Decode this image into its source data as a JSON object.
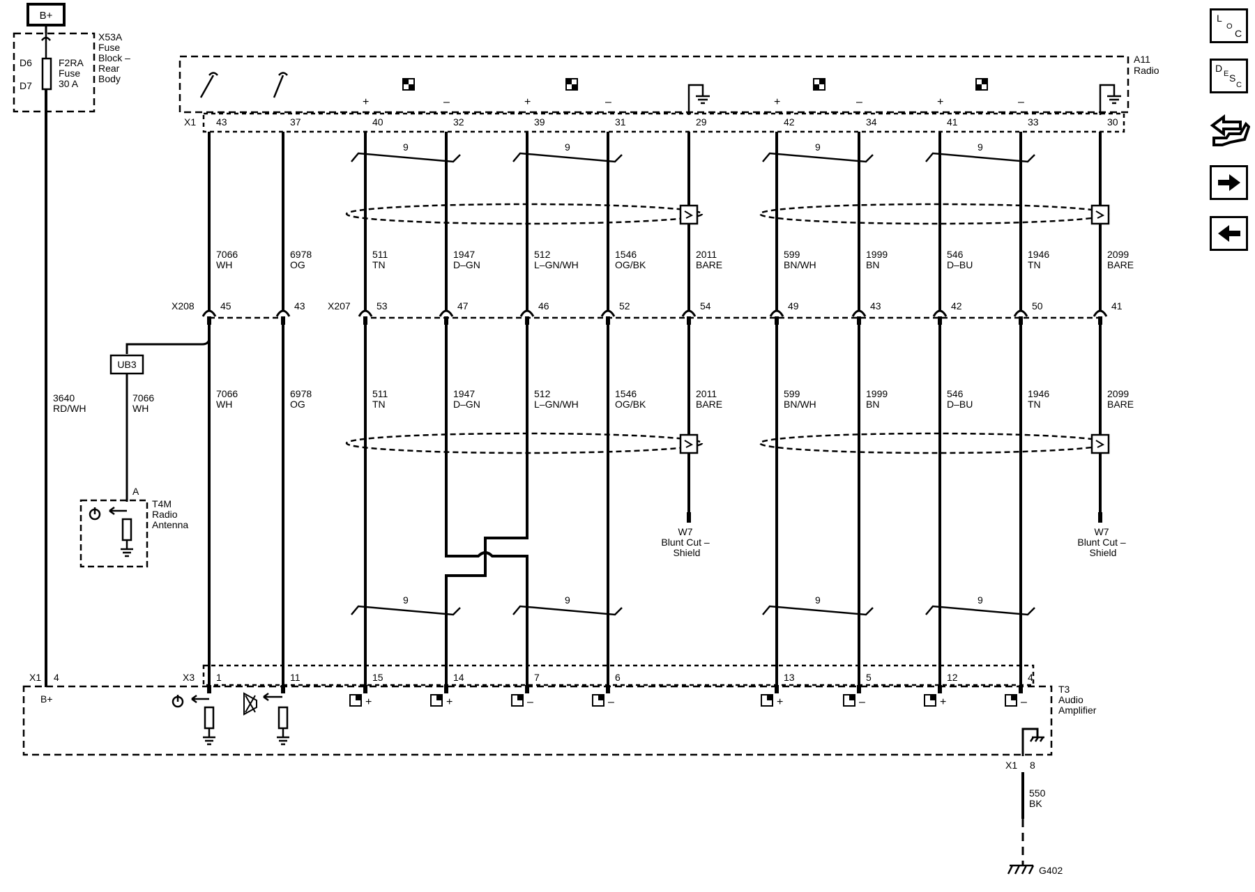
{
  "power": {
    "label": "B+"
  },
  "fuse_block": {
    "name_lines": [
      "X53A",
      "Fuse",
      "Block –",
      "Rear",
      "Body"
    ],
    "fuse_lines": [
      "F2RA",
      "Fuse",
      "30 A"
    ],
    "pin_in": "D6",
    "pin_out": "D7"
  },
  "radio": {
    "name_lines": [
      "A11",
      "Radio"
    ],
    "connector": "X1",
    "pins": [
      "43",
      "37",
      "40",
      "32",
      "39",
      "31",
      "29",
      "42",
      "34",
      "41",
      "33",
      "30"
    ],
    "polarity": [
      "",
      "",
      "+",
      "–",
      "+",
      "–",
      "",
      "+",
      "–",
      "+",
      "–",
      ""
    ]
  },
  "upper_wires": [
    {
      "circuit": "7066",
      "color": "WH"
    },
    {
      "circuit": "6978",
      "color": "OG"
    },
    {
      "circuit": "511",
      "color": "TN"
    },
    {
      "circuit": "1947",
      "color": "D–GN"
    },
    {
      "circuit": "512",
      "color": "L–GN/WH"
    },
    {
      "circuit": "1546",
      "color": "OG/BK"
    },
    {
      "circuit": "2011",
      "color": "BARE"
    },
    {
      "circuit": "599",
      "color": "BN/WH"
    },
    {
      "circuit": "1999",
      "color": "BN"
    },
    {
      "circuit": "546",
      "color": "D–BU"
    },
    {
      "circuit": "1946",
      "color": "TN"
    },
    {
      "circuit": "2099",
      "color": "BARE"
    }
  ],
  "lower_wires": [
    {
      "circuit": "7066",
      "color": "WH"
    },
    {
      "circuit": "6978",
      "color": "OG"
    },
    {
      "circuit": "511",
      "color": "TN"
    },
    {
      "circuit": "1947",
      "color": "D–GN"
    },
    {
      "circuit": "512",
      "color": "L–GN/WH"
    },
    {
      "circuit": "1546",
      "color": "OG/BK"
    },
    {
      "circuit": "2011",
      "color": "BARE"
    },
    {
      "circuit": "599",
      "color": "BN/WH"
    },
    {
      "circuit": "1999",
      "color": "BN"
    },
    {
      "circuit": "546",
      "color": "D–BU"
    },
    {
      "circuit": "1946",
      "color": "TN"
    },
    {
      "circuit": "2099",
      "color": "BARE"
    }
  ],
  "inline": {
    "x208": {
      "name": "X208",
      "pins": [
        "45",
        "43"
      ]
    },
    "x207": {
      "name": "X207",
      "pins": [
        "53",
        "47",
        "46",
        "52",
        "54",
        "49",
        "43",
        "42",
        "50",
        "41"
      ]
    }
  },
  "twist_label": "9",
  "splice": {
    "name": "UB3"
  },
  "antenna_branch": {
    "circuit": "7066",
    "color": "WH",
    "pin": "A"
  },
  "antenna": {
    "name_lines": [
      "T4M",
      "Radio",
      "Antenna"
    ]
  },
  "feed_wire": {
    "circuit": "3640",
    "color": "RD/WH"
  },
  "shield_drains": [
    {
      "lines": [
        "W7",
        "Blunt Cut –",
        "Shield"
      ]
    },
    {
      "lines": [
        "W7",
        "Blunt Cut –",
        "Shield"
      ]
    }
  ],
  "amplifier": {
    "name_lines": [
      "T3",
      "Audio",
      "Amplifier"
    ],
    "feed_connector": "X1",
    "feed_pin": "4",
    "feed_label": "B+",
    "connector": "X3",
    "pins": [
      "1",
      "11",
      "15",
      "14",
      "7",
      "6",
      "13",
      "5",
      "12",
      "4"
    ],
    "polarity": [
      "",
      "",
      "+",
      "+",
      "–",
      "–",
      "+",
      "–",
      "+",
      "–"
    ],
    "ground_connector": "X1",
    "ground_pin": "8"
  },
  "ground_wire": {
    "circuit": "550",
    "color": "BK"
  },
  "ground_point": "G402",
  "nav": {
    "loc": [
      "L",
      "O",
      "C"
    ],
    "desc": [
      "D",
      "E",
      "S",
      "C"
    ],
    "icons": [
      "service-procedure-icon",
      "next-arrow-icon",
      "previous-arrow-icon"
    ]
  }
}
